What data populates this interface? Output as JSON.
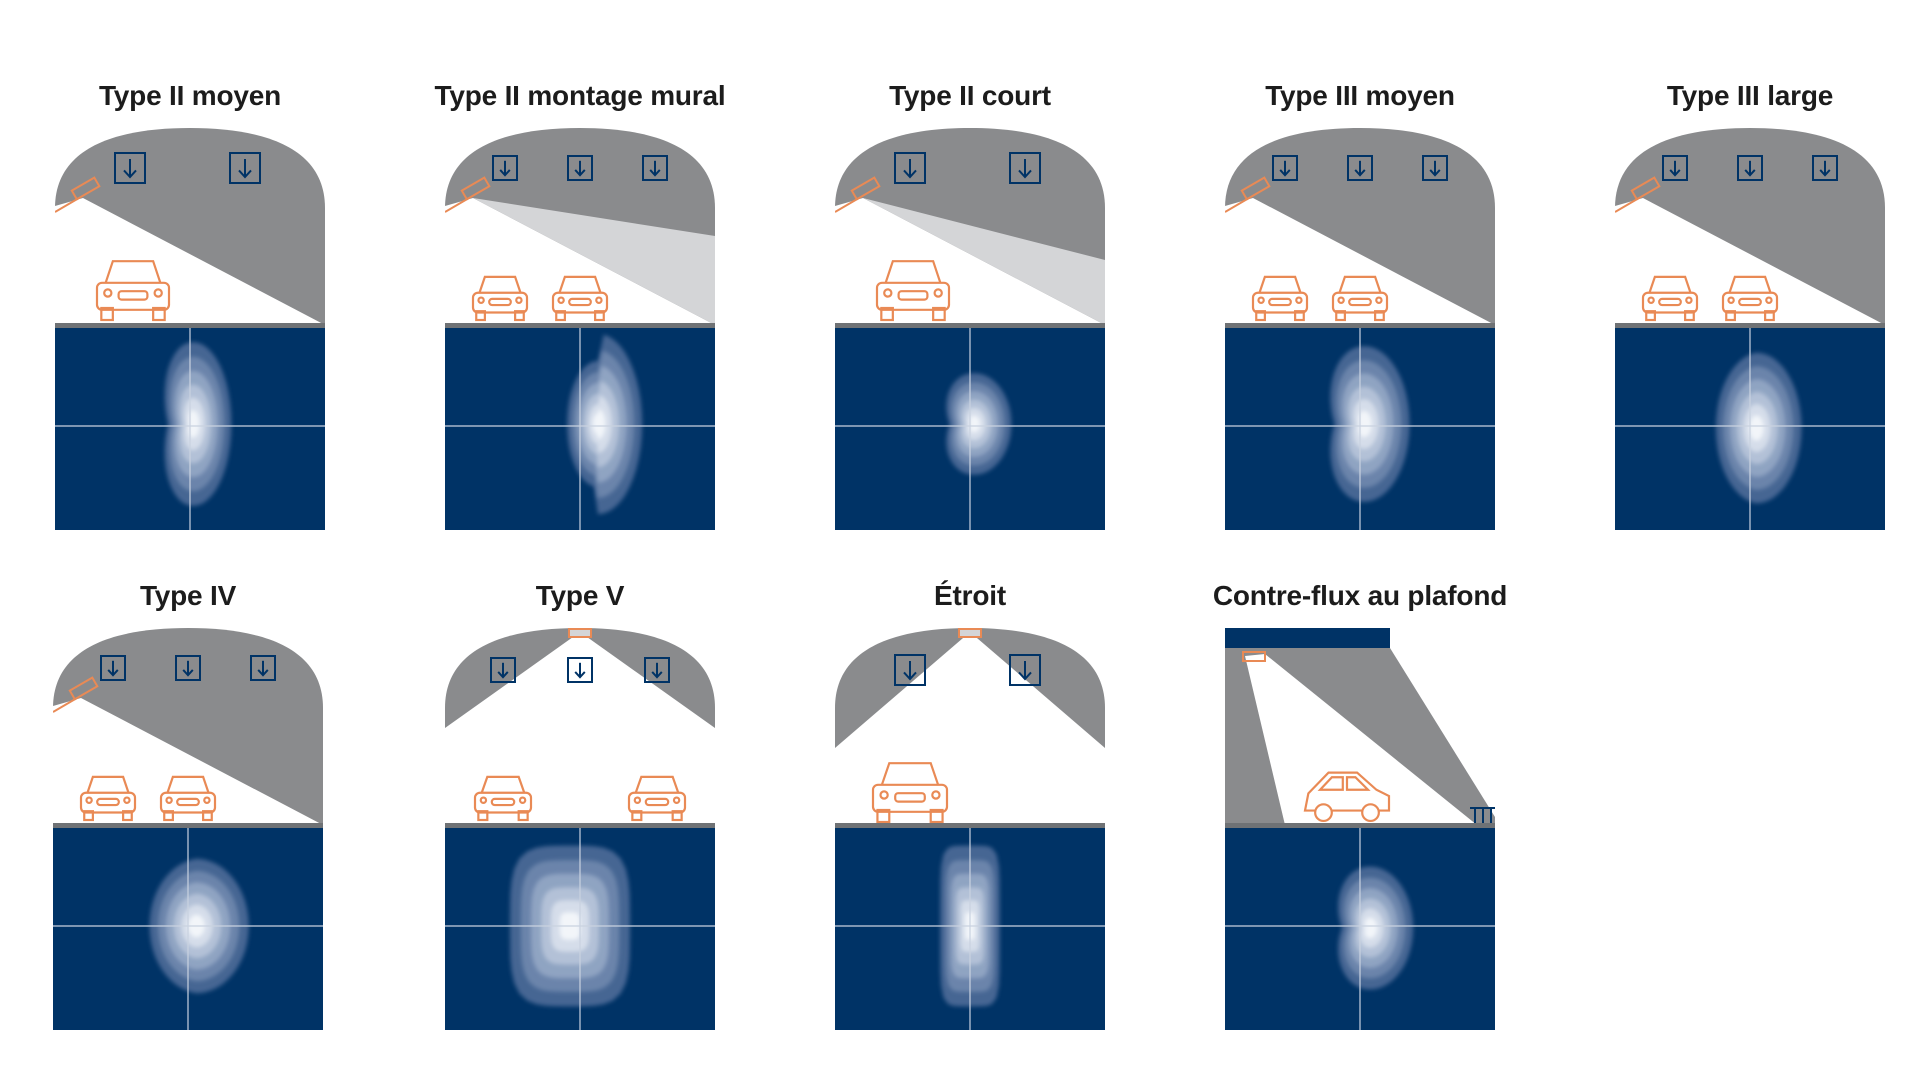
{
  "colors": {
    "navy": "#003366",
    "gray": "#8a8b8d",
    "lightgray": "#d4d5d7",
    "orange": "#e98a55",
    "white": "#ffffff"
  },
  "panels": [
    {
      "title": "Type II moyen",
      "scene": "side",
      "arrows": 2,
      "cars": 1,
      "wedge": "none",
      "pattern": "t2m"
    },
    {
      "title": "Type II montage mural",
      "scene": "side",
      "arrows": 3,
      "cars": 2,
      "wedge": "long",
      "pattern": "t2w"
    },
    {
      "title": "Type II court",
      "scene": "side",
      "arrows": 2,
      "cars": 1,
      "wedge": "short",
      "pattern": "t2c"
    },
    {
      "title": "Type III moyen",
      "scene": "side",
      "arrows": 3,
      "cars": 2,
      "wedge": "none",
      "pattern": "t3m"
    },
    {
      "title": "Type III large",
      "scene": "side",
      "arrows": 3,
      "cars": 2,
      "wedge": "none",
      "pattern": "t3l"
    },
    {
      "title": "Type IV",
      "scene": "side",
      "arrows": 3,
      "cars": 2,
      "wedge": "none",
      "pattern": "t4"
    },
    {
      "title": "Type V",
      "scene": "center",
      "arrows": 3,
      "cars": 2,
      "wedge": "none",
      "pattern": "t5"
    },
    {
      "title": "Étroit",
      "scene": "center",
      "arrows": 2,
      "cars": 1,
      "wedge": "none",
      "pattern": "etr"
    },
    {
      "title": "Contre-flux au plafond",
      "scene": "ceiling",
      "arrows": 0,
      "cars": 1,
      "wedge": "none",
      "pattern": "cf"
    }
  ]
}
